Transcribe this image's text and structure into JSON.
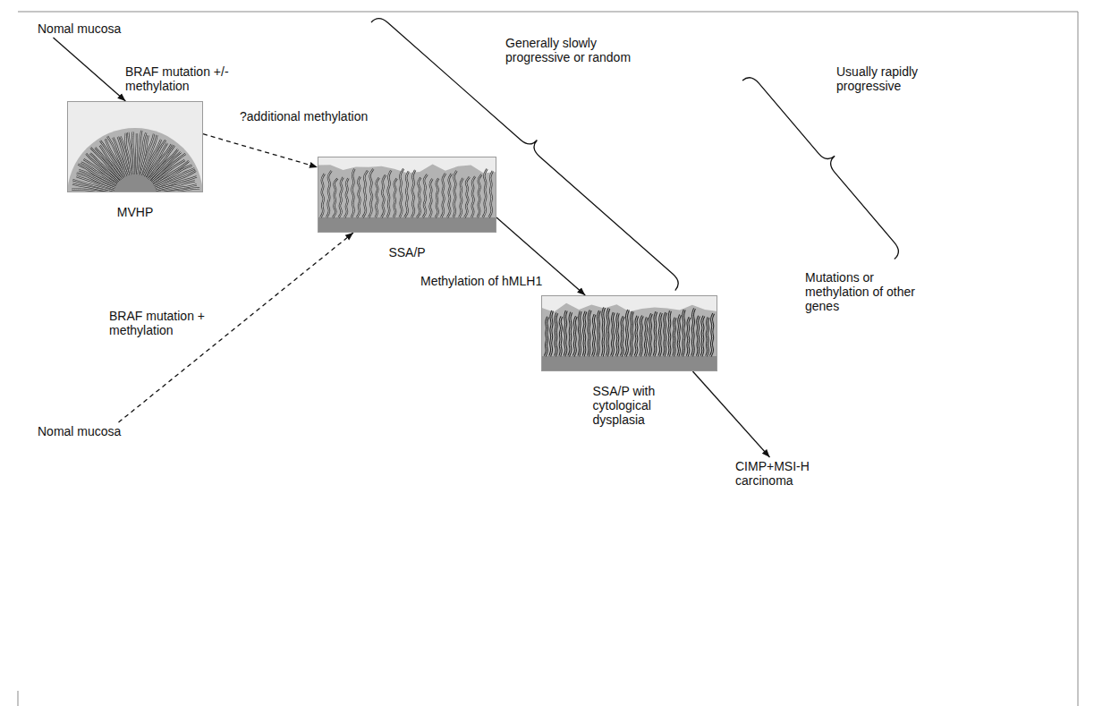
{
  "diagram": {
    "nodes": [
      {
        "text": [
          "Nomal mucosa"
        ]
      },
      {
        "text": [
          "MVHP"
        ]
      },
      {
        "text": [
          "SSA/P"
        ]
      },
      {
        "text": [
          "SSA/P with cytological dysplasia"
        ]
      },
      {
        "text": [
          "Nomal mucosa"
        ]
      },
      {
        "text": [
          "CIMP+MSI-H carcinoma"
        ]
      }
    ],
    "edges": [
      {
        "from": 0,
        "to": 1,
        "label": "BRAF mutation +/- methylation",
        "arrow": "to"
      },
      {
        "from": 1,
        "to": 2,
        "label": "?additional methylation",
        "arrow": "to"
      },
      {
        "from": 4,
        "to": 2,
        "label": "BRAF mutation + methylation",
        "arrow": "to"
      },
      {
        "from": 2,
        "to": 3,
        "label": "Methylation of hMLH1",
        "arrow": "to"
      },
      {
        "from": 3,
        "to": 5,
        "label": "Mutations or methylation of other genes",
        "arrow": "to"
      }
    ],
    "labels": [
      "Generally slowly progressive or random",
      "Usually rapidly progressive"
    ]
  }
}
